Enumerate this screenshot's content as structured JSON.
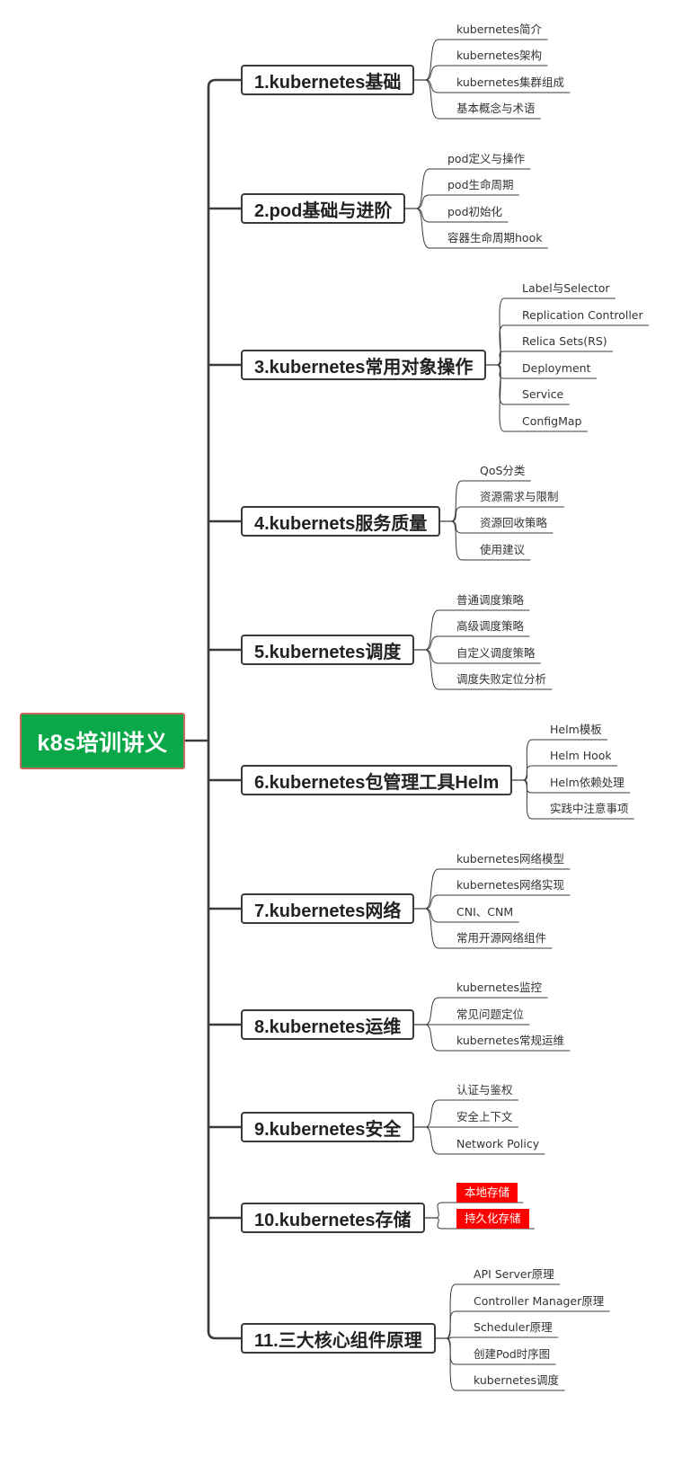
{
  "root": {
    "label": "k8s培训讲义"
  },
  "colors": {
    "root_fill": "#0ba84a",
    "root_border": "#c9695a",
    "highlight": "#ff0000",
    "line": "#3a3a3a"
  },
  "branches": [
    {
      "label": "1.kubernetes基础",
      "children": [
        {
          "label": "kubernetes简介"
        },
        {
          "label": "kubernetes架构"
        },
        {
          "label": "kubernetes集群组成"
        },
        {
          "label": "基本概念与术语"
        }
      ]
    },
    {
      "label": "2.pod基础与进阶",
      "children": [
        {
          "label": "pod定义与操作"
        },
        {
          "label": "pod生命周期"
        },
        {
          "label": "pod初始化"
        },
        {
          "label": "容器生命周期hook"
        }
      ]
    },
    {
      "label": "3.kubernetes常用对象操作",
      "children": [
        {
          "label": "Label与Selector"
        },
        {
          "label": "Replication Controller"
        },
        {
          "label": "Relica Sets(RS)"
        },
        {
          "label": "Deployment"
        },
        {
          "label": "Service"
        },
        {
          "label": "ConfigMap"
        }
      ]
    },
    {
      "label": "4.kubernets服务质量",
      "children": [
        {
          "label": "QoS分类"
        },
        {
          "label": "资源需求与限制"
        },
        {
          "label": "资源回收策略"
        },
        {
          "label": "使用建议"
        }
      ]
    },
    {
      "label": "5.kubernetes调度",
      "children": [
        {
          "label": "普通调度策略"
        },
        {
          "label": "高级调度策略"
        },
        {
          "label": "自定义调度策略"
        },
        {
          "label": "调度失败定位分析"
        }
      ]
    },
    {
      "label": "6.kubernetes包管理工具Helm",
      "children": [
        {
          "label": "Helm模板"
        },
        {
          "label": "Helm Hook"
        },
        {
          "label": "Helm依赖处理"
        },
        {
          "label": "实践中注意事项"
        }
      ]
    },
    {
      "label": "7.kubernetes网络",
      "children": [
        {
          "label": "kubernetes网络模型"
        },
        {
          "label": "kubernetes网络实现"
        },
        {
          "label": "CNI、CNM"
        },
        {
          "label": "常用开源网络组件"
        }
      ]
    },
    {
      "label": "8.kubernetes运维",
      "children": [
        {
          "label": "kubernetes监控"
        },
        {
          "label": "常见问题定位"
        },
        {
          "label": "kubernetes常规运维"
        }
      ]
    },
    {
      "label": "9.kubernetes安全",
      "children": [
        {
          "label": "认证与鉴权"
        },
        {
          "label": "安全上下文"
        },
        {
          "label": "Network Policy"
        }
      ]
    },
    {
      "label": "10.kubernetes存储",
      "children": [
        {
          "label": "本地存储",
          "highlight": true
        },
        {
          "label": "持久化存储",
          "highlight": true
        }
      ]
    },
    {
      "label": "11.三大核心组件原理",
      "children": [
        {
          "label": "API  Server原理"
        },
        {
          "label": "Controller Manager原理"
        },
        {
          "label": "Scheduler原理"
        },
        {
          "label": "创建Pod时序图"
        },
        {
          "label": "kubernetes调度"
        }
      ]
    }
  ]
}
